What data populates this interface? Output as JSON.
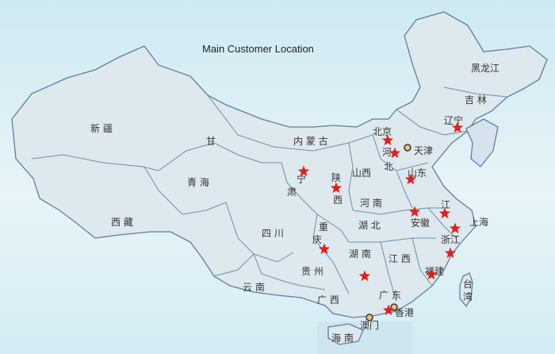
{
  "title": "Main Customer Location",
  "colors": {
    "star": "#e0201c",
    "land": "#dde8ef",
    "border": "#5e7f9b",
    "sea": "#d8eef5"
  },
  "provinces": [
    {
      "id": "xinjiang",
      "label": "新 疆"
    },
    {
      "id": "xizang",
      "label": "西 藏"
    },
    {
      "id": "qinghai",
      "label": "青 海"
    },
    {
      "id": "gansu",
      "label": "甘"
    },
    {
      "id": "neimenggu",
      "label": "内 蒙 古"
    },
    {
      "id": "heilongjiang",
      "label": "黑龙江"
    },
    {
      "id": "jilin",
      "label": "吉 林"
    },
    {
      "id": "liaoning",
      "label": "辽宁"
    },
    {
      "id": "beijing",
      "label": "北京"
    },
    {
      "id": "tianjin",
      "label": "天津"
    },
    {
      "id": "hebei1",
      "label": "河"
    },
    {
      "id": "hebei2",
      "label": "北"
    },
    {
      "id": "shanxi",
      "label": "山西"
    },
    {
      "id": "shandong",
      "label": "山东"
    },
    {
      "id": "ningxia",
      "label": "宁"
    },
    {
      "id": "su",
      "label": "肃"
    },
    {
      "id": "shaanxi1",
      "label": "陕"
    },
    {
      "id": "shaanxi2",
      "label": "西"
    },
    {
      "id": "henan",
      "label": "河 南"
    },
    {
      "id": "jiangsu",
      "label": "江"
    },
    {
      "id": "anhui",
      "label": "安徽"
    },
    {
      "id": "shanghai",
      "label": "上海"
    },
    {
      "id": "hubei",
      "label": "湖 北"
    },
    {
      "id": "sichuan",
      "label": "四 川"
    },
    {
      "id": "chongqing1",
      "label": "重"
    },
    {
      "id": "chongqing2",
      "label": "庆"
    },
    {
      "id": "zhejiang",
      "label": "浙江"
    },
    {
      "id": "hunan",
      "label": "湖 南"
    },
    {
      "id": "jiangxi",
      "label": "江 西"
    },
    {
      "id": "guizhou",
      "label": "贵 州"
    },
    {
      "id": "fujian",
      "label": "福建"
    },
    {
      "id": "yunnan",
      "label": "云 南"
    },
    {
      "id": "guangxi",
      "label": "广 西"
    },
    {
      "id": "guangdong",
      "label": "广 东"
    },
    {
      "id": "taiwan1",
      "label": "台"
    },
    {
      "id": "taiwan2",
      "label": "湾"
    },
    {
      "id": "hongkong",
      "label": "香港"
    },
    {
      "id": "macao",
      "label": "澳门"
    },
    {
      "id": "hainan",
      "label": "海 南"
    }
  ]
}
